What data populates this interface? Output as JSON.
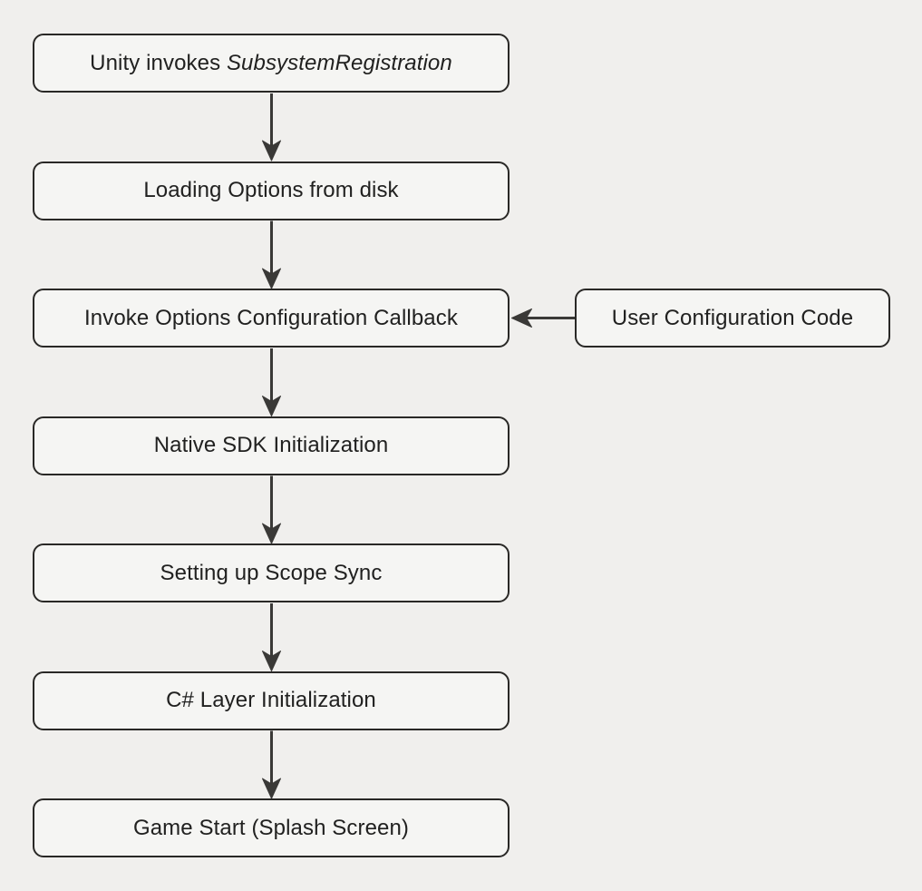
{
  "diagram": {
    "type": "flowchart",
    "direction": "top-down",
    "colors": {
      "bg": "#f0efed",
      "node-fill": "#f5f5f3",
      "node-border": "#292826",
      "arrow": "#3a3937",
      "text": "#212120"
    }
  },
  "nodes": [
    {
      "id": "unity-invokes-subsystemregistration",
      "label_prefix": "Unity invokes ",
      "label_italic": "SubsystemRegistration"
    },
    {
      "id": "loading-options-from-disk",
      "label": "Loading Options from disk"
    },
    {
      "id": "invoke-options-configuration-callback",
      "label": "Invoke Options Configuration Callback"
    },
    {
      "id": "native-sdk-initialization",
      "label": "Native SDK Initialization"
    },
    {
      "id": "setting-up-scope-sync",
      "label": "Setting up Scope Sync"
    },
    {
      "id": "csharp-layer-initialization",
      "label": "C# Layer Initialization"
    },
    {
      "id": "game-start-splash-screen",
      "label": "Game Start (Splash Screen)"
    }
  ],
  "side_node": {
    "id": "user-configuration-code",
    "label": "User Configuration Code"
  },
  "edges": [
    {
      "from": "unity-invokes-subsystemregistration",
      "to": "loading-options-from-disk",
      "direction": "down"
    },
    {
      "from": "loading-options-from-disk",
      "to": "invoke-options-configuration-callback",
      "direction": "down"
    },
    {
      "from": "invoke-options-configuration-callback",
      "to": "native-sdk-initialization",
      "direction": "down"
    },
    {
      "from": "native-sdk-initialization",
      "to": "setting-up-scope-sync",
      "direction": "down"
    },
    {
      "from": "setting-up-scope-sync",
      "to": "csharp-layer-initialization",
      "direction": "down"
    },
    {
      "from": "csharp-layer-initialization",
      "to": "game-start-splash-screen",
      "direction": "down"
    },
    {
      "from": "user-configuration-code",
      "to": "invoke-options-configuration-callback",
      "direction": "left"
    }
  ]
}
